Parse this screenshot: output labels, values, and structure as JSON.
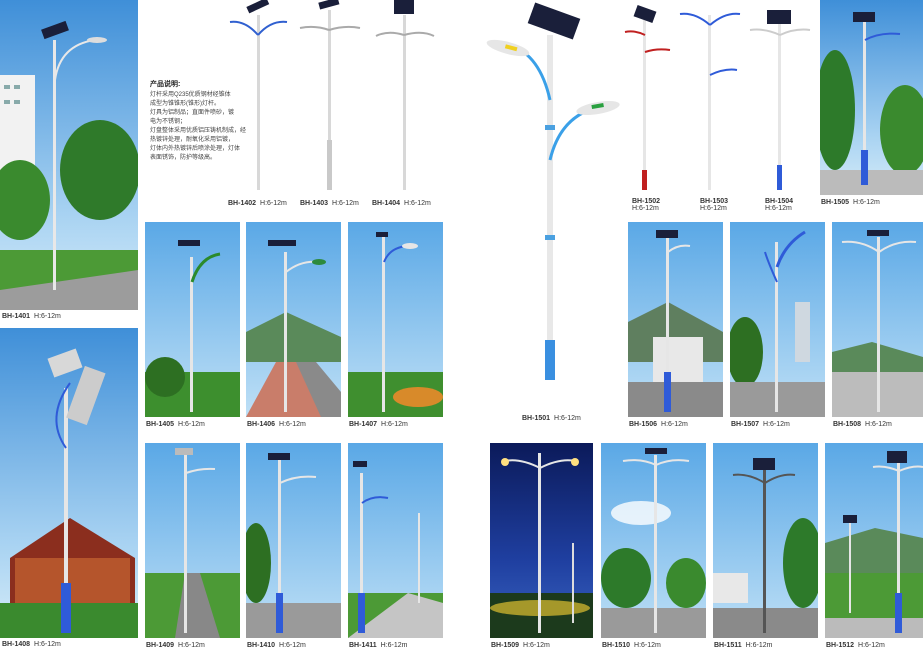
{
  "description": {
    "title": "产品说明:",
    "lines": [
      "灯杆采用Q235优质钢材经锥体",
      "成型为锥锥形(锥形)灯杆。",
      "灯具为铝制品；直面件喷砂，镀",
      "电为不锈钢；",
      "灯盘整体采用优质铝压铸机制成，经",
      "热镀锌处理，耐氧化采用铝镀，",
      "灯体内外热镀锌后喷涂处理，灯体",
      "表面锈饰，防护等级高。"
    ]
  },
  "products": [
    {
      "code": "BH-1401",
      "height": "H:6-12m"
    },
    {
      "code": "BH-1402",
      "height": "H:6-12m"
    },
    {
      "code": "BH-1403",
      "height": "H:6-12m"
    },
    {
      "code": "BH-1404",
      "height": "H:6-12m"
    },
    {
      "code": "BH-1405",
      "height": "H:6-12m"
    },
    {
      "code": "BH-1406",
      "height": "H:6-12m"
    },
    {
      "code": "BH-1407",
      "height": "H:6-12m"
    },
    {
      "code": "BH-1408",
      "height": "H:6-12m"
    },
    {
      "code": "BH-1409",
      "height": "H:6-12m"
    },
    {
      "code": "BH-1410",
      "height": "H:6-12m"
    },
    {
      "code": "BH-1411",
      "height": "H:6-12m"
    },
    {
      "code": "BH-1501",
      "height": "H:6-12m"
    },
    {
      "code": "BH-1502",
      "height": "H:6-12m"
    },
    {
      "code": "BH-1503",
      "height": "H:6-12m"
    },
    {
      "code": "BH-1504",
      "height": "H:6-12m"
    },
    {
      "code": "BH-1505",
      "height": "H:6-12m"
    },
    {
      "code": "BH-1506",
      "height": "H:6-12m"
    },
    {
      "code": "BH-1507",
      "height": "H:6-12m"
    },
    {
      "code": "BH-1508",
      "height": "H:6-12m"
    },
    {
      "code": "BH-1509",
      "height": "H:6-12m"
    },
    {
      "code": "BH-1510",
      "height": "H:6-12m"
    },
    {
      "code": "BH-1511",
      "height": "H:6-12m"
    },
    {
      "code": "BH-1512",
      "height": "H:6-12m"
    }
  ],
  "colors": {
    "pole": "#dfe3ea",
    "pole_base_blue": "#2f5bd8",
    "sky": "#6fb4ea",
    "grass": "#3f8f2f",
    "night": "#102a7a"
  }
}
